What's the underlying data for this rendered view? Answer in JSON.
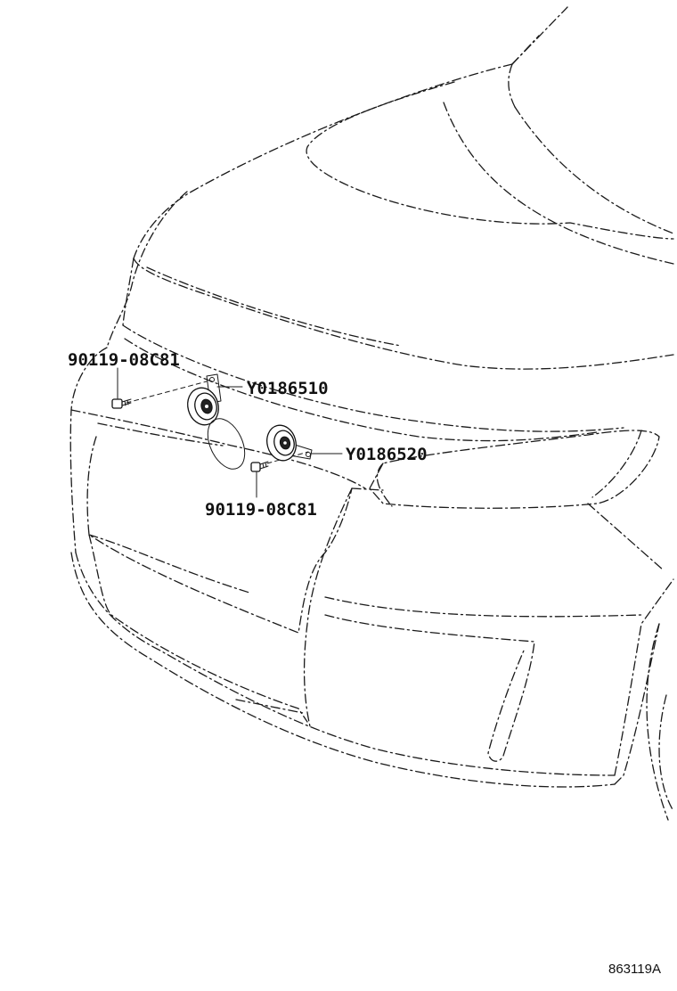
{
  "diagram": {
    "callouts": {
      "bolt_left": "90119-08C81",
      "horn_high": "Y0186510",
      "horn_low": "Y0186520",
      "bolt_center": "90119-08C81"
    },
    "figure_code": "863119A"
  }
}
